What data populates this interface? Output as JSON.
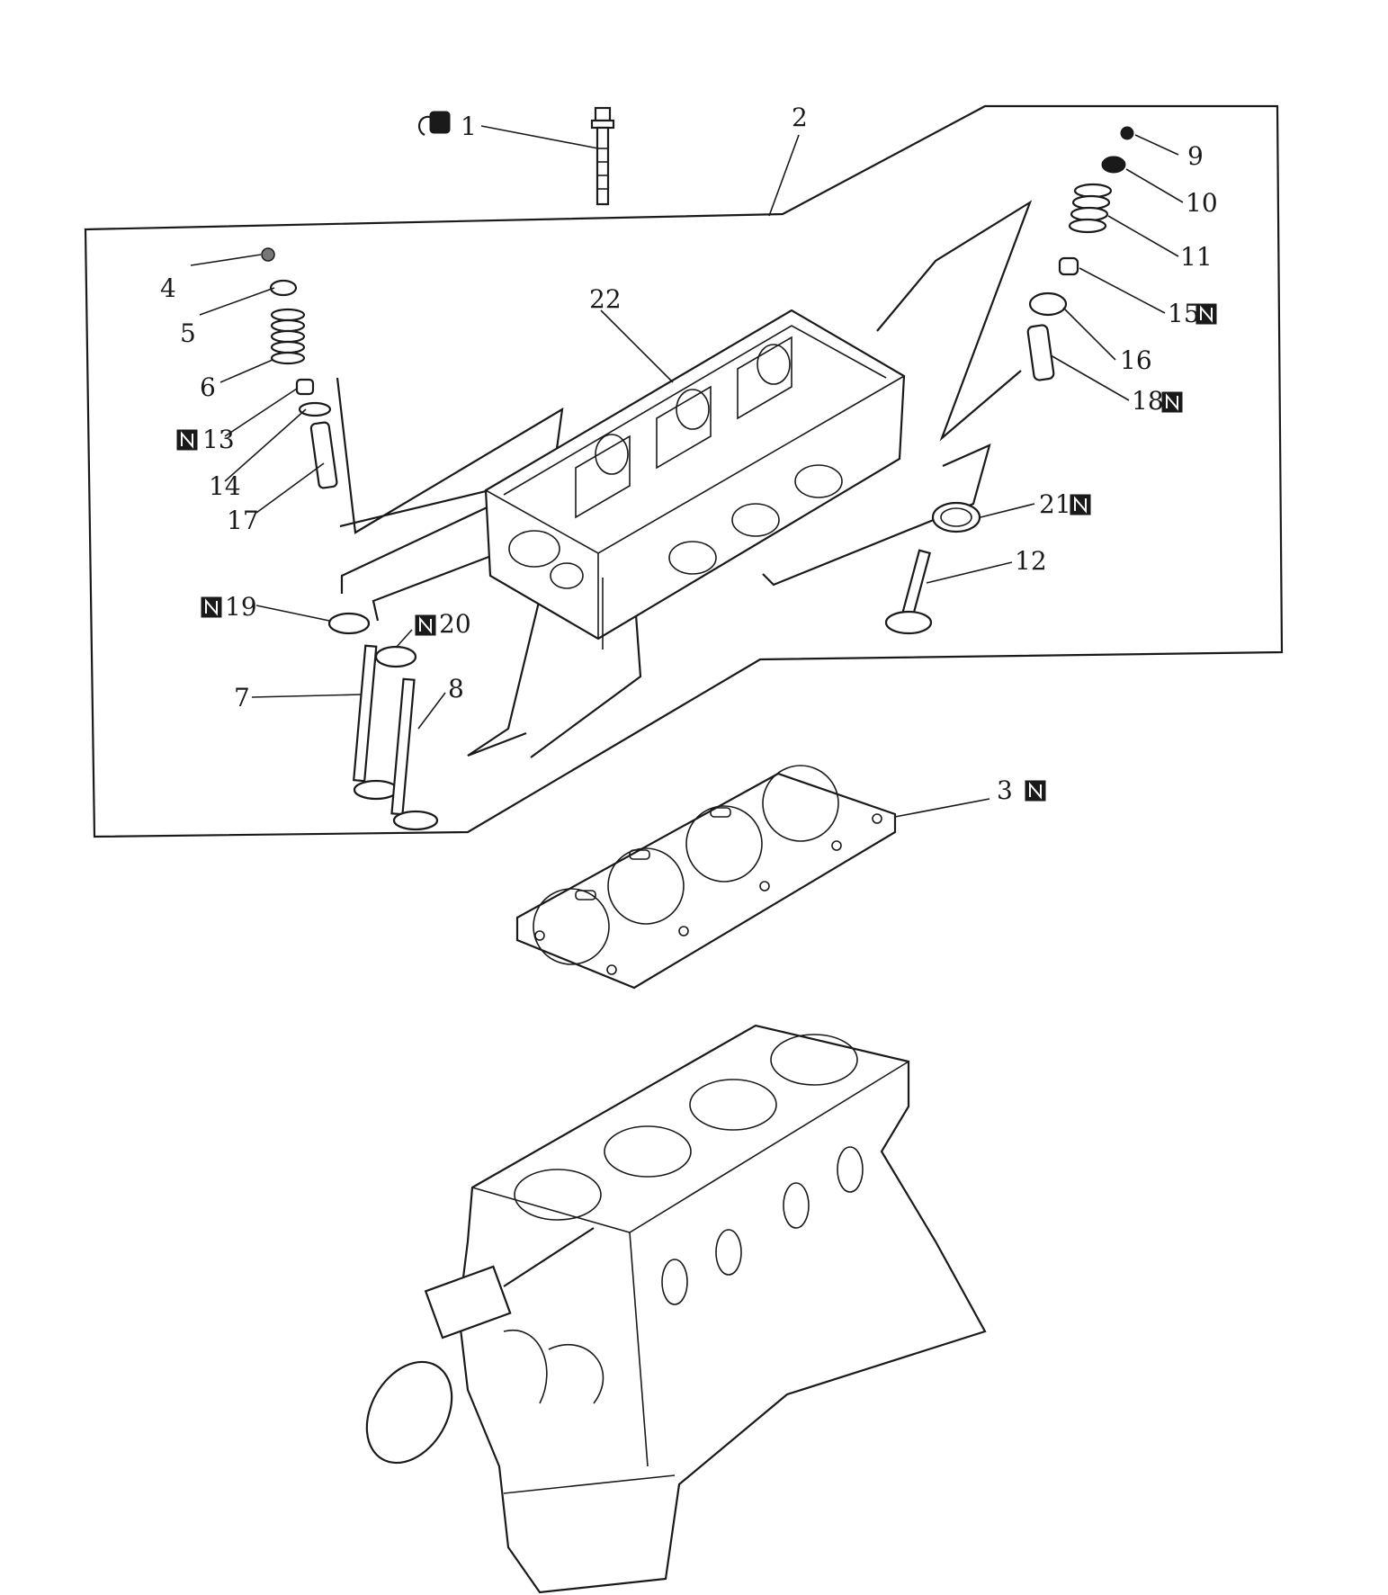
{
  "colors": {
    "ink": "#1a1a1a",
    "paper": "#ffffff"
  },
  "callouts": [
    {
      "id": "1",
      "label": "1"
    },
    {
      "id": "2",
      "label": "2"
    },
    {
      "id": "3",
      "label": "3",
      "new_part": true
    },
    {
      "id": "4",
      "label": "4"
    },
    {
      "id": "5",
      "label": "5"
    },
    {
      "id": "6",
      "label": "6"
    },
    {
      "id": "7",
      "label": "7"
    },
    {
      "id": "8",
      "label": "8"
    },
    {
      "id": "9",
      "label": "9"
    },
    {
      "id": "10",
      "label": "10"
    },
    {
      "id": "11",
      "label": "11"
    },
    {
      "id": "12",
      "label": "12"
    },
    {
      "id": "13",
      "label": "13",
      "new_part": true
    },
    {
      "id": "14",
      "label": "14"
    },
    {
      "id": "15",
      "label": "15",
      "new_part": true
    },
    {
      "id": "16",
      "label": "16"
    },
    {
      "id": "17",
      "label": "17"
    },
    {
      "id": "18",
      "label": "18",
      "new_part": true
    },
    {
      "id": "19",
      "label": "19",
      "new_part": true
    },
    {
      "id": "20",
      "label": "20",
      "new_part": true
    },
    {
      "id": "21",
      "label": "21",
      "new_part": true
    },
    {
      "id": "22",
      "label": "22"
    }
  ],
  "icons": {
    "new_part_marker": "n-box-icon",
    "sealant_marker": "sealant-tube-icon"
  }
}
